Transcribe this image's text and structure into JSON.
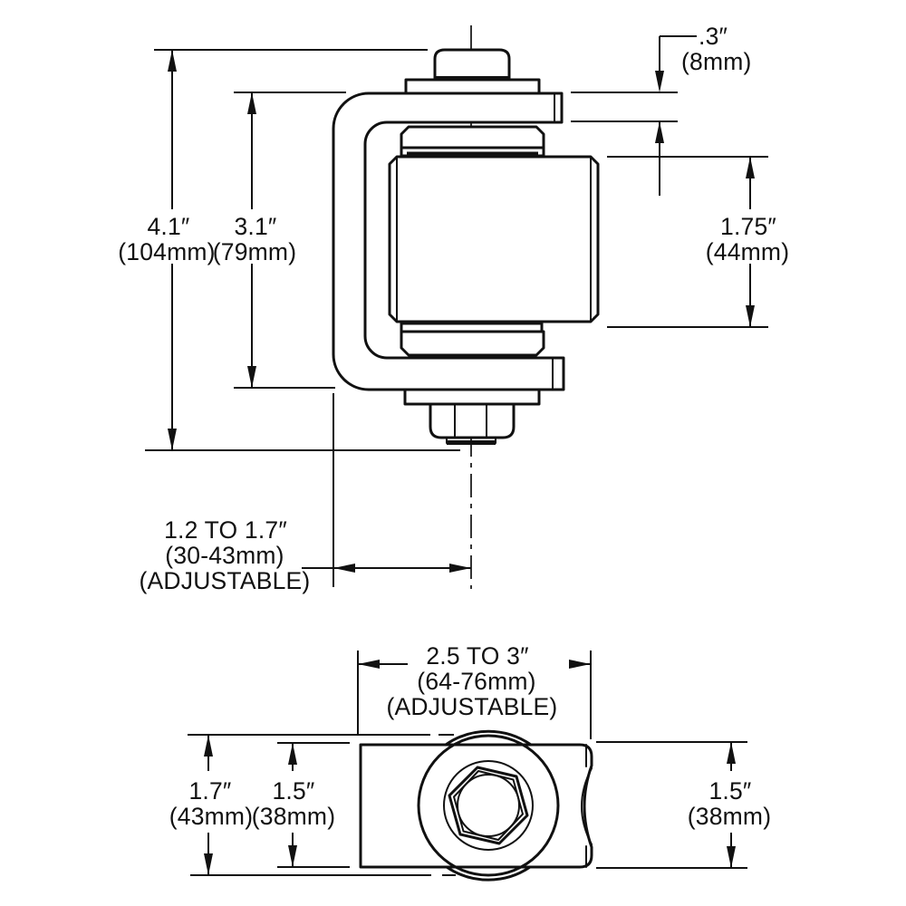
{
  "drawing_type": "technical-dimension-drawing",
  "part": "adjustable gate hinge (side elevation and top view)",
  "colors": {
    "line": "#111111",
    "background": "#ffffff"
  },
  "dimensions": {
    "side_view": {
      "overall_height": {
        "value": "4.1″",
        "metric": "(104mm)"
      },
      "frame_height": {
        "value": "3.1″",
        "metric": "(79mm)"
      },
      "plate_thickness": {
        "value": ".3″",
        "metric": "(8mm)"
      },
      "hub_height": {
        "value": "1.75″",
        "metric": "(44mm)"
      },
      "pivot_offset": {
        "value": "1.2 TO 1.7″",
        "metric": "(30-43mm)",
        "note": "(ADJUSTABLE)"
      }
    },
    "top_view": {
      "clamp_width": {
        "value": "2.5 TO 3″",
        "metric": "(64-76mm)",
        "note": "(ADJUSTABLE)"
      },
      "overall_depth": {
        "value": "1.7″",
        "metric": "(43mm)"
      },
      "bracket_depth": {
        "value": "1.5″",
        "metric": "(38mm)"
      },
      "saddle_depth": {
        "value": "1.5″",
        "metric": "(38mm)"
      }
    }
  }
}
